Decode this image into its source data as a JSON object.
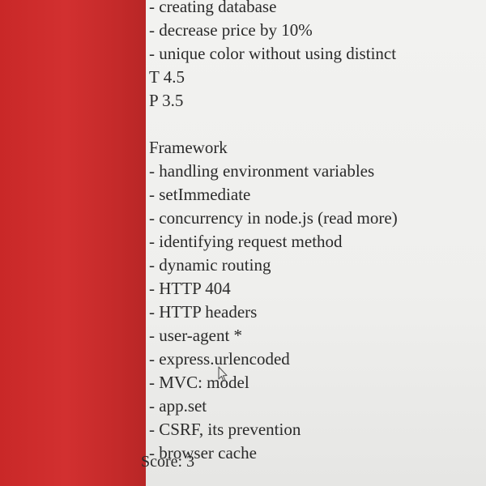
{
  "section_top": {
    "items": [
      "- creating database",
      "- decrease price by 10%",
      "- unique color without using distinct"
    ],
    "theory_score": "T 4.5",
    "practice_score": "P 3.5"
  },
  "section_framework": {
    "heading": "Framework",
    "items": [
      "- handling environment variables",
      "- setImmediate",
      "- concurrency in node.js (read more)",
      "- identifying request method",
      "- dynamic routing",
      "- HTTP 404",
      "- HTTP headers",
      "- user-agent *",
      "- express.urlencoded",
      "- MVC: model",
      "- app.set",
      "- CSRF, its prevention",
      "- browser cache"
    ],
    "score": "Score: 3"
  },
  "colors": {
    "side_panel": "#c92828",
    "text": "#2a2a2a",
    "background": "#f0f0ee"
  },
  "icons": {
    "pointer": "text-cursor-icon"
  }
}
